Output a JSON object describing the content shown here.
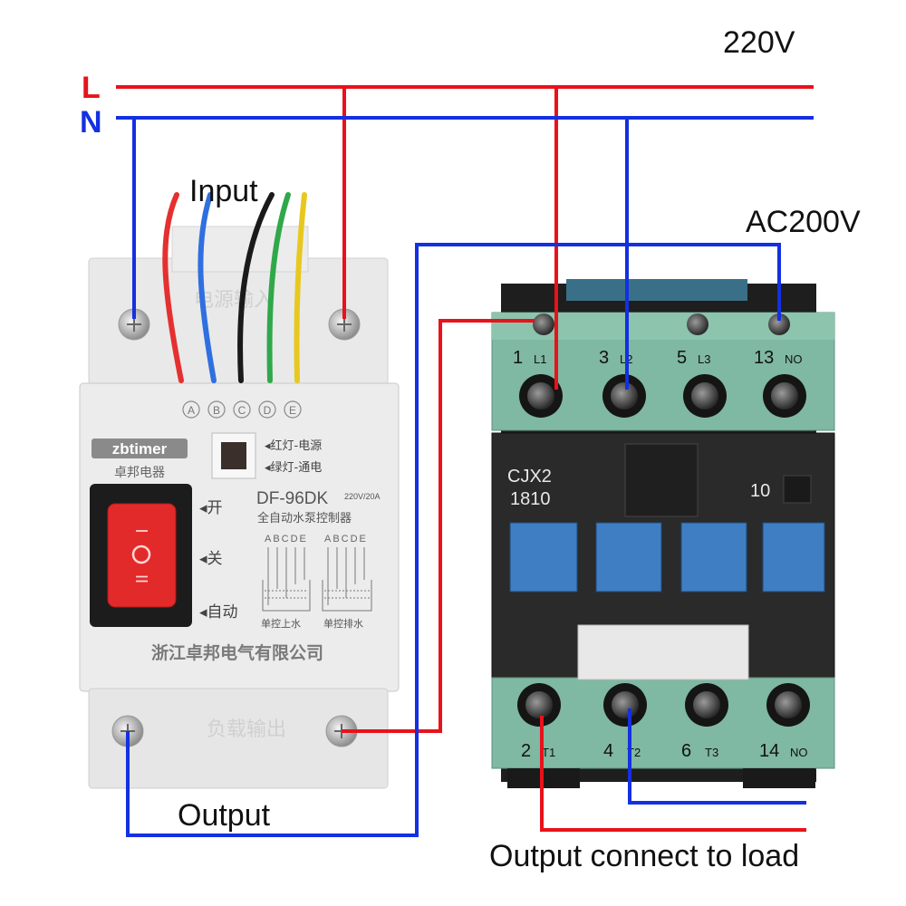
{
  "labels": {
    "voltage_main": "220V",
    "line_L": "L",
    "line_N": "N",
    "input": "Input",
    "coil_voltage": "AC200V",
    "output": "Output",
    "output_load": "Output connect to load"
  },
  "controller": {
    "brand": "zbtimer",
    "brand_cn": "卓邦电器",
    "model": "DF-96DK",
    "rating": "220V/20A",
    "name_cn": "全自动水泵控制器",
    "terminals_abcde": [
      "A",
      "B",
      "C",
      "D",
      "E"
    ],
    "red_light": "◂红灯-电源",
    "green_light": "◂绿灯-通电",
    "switch_on": "◂开",
    "switch_off": "◂关",
    "switch_auto": "◂自动",
    "scale_letters": "ABCDE",
    "mode_fill": "单控上水",
    "mode_drain": "单控排水",
    "company": "浙江卓邦电气有限公司",
    "input_mark": "电源输入",
    "output_mark": "负载输出",
    "rocker_marks": [
      "I",
      "O",
      "II"
    ]
  },
  "contactor": {
    "model_line1": "CJX2",
    "model_line2": "1810",
    "aux": "10",
    "top_terminals": [
      {
        "num": "1",
        "sub": "L1"
      },
      {
        "num": "3",
        "sub": "L2"
      },
      {
        "num": "5",
        "sub": "L3"
      },
      {
        "num": "13",
        "sub": "NO"
      }
    ],
    "bottom_terminals": [
      {
        "num": "2",
        "sub": "T1"
      },
      {
        "num": "4",
        "sub": "T2"
      },
      {
        "num": "6",
        "sub": "T3"
      },
      {
        "num": "14",
        "sub": "NO"
      }
    ]
  },
  "colors": {
    "live": "#e8121b",
    "neutral": "#1430e0",
    "housing": "#e6e6e6",
    "contactor_green": "#7fb8a3",
    "contactor_dark": "#2a2a2a",
    "contact_blue": "#3f7ec2",
    "switch_red": "#e32a2a"
  }
}
